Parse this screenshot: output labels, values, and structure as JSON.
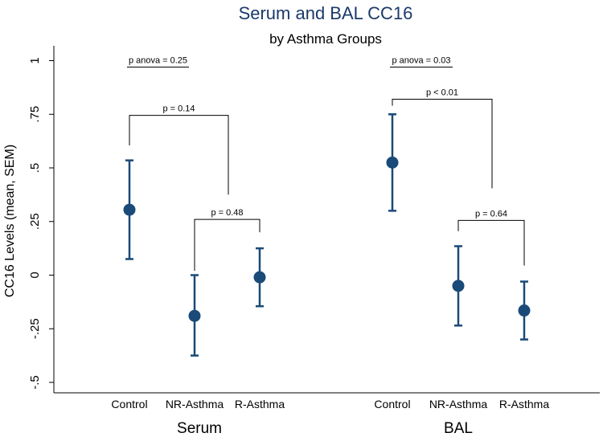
{
  "chart_data": {
    "type": "scatter",
    "title": "Serum and BAL CC16",
    "subtitle": "by Asthma Groups",
    "ylabel": "CC16 Levels (mean, SEM)",
    "ylim": [
      -0.55,
      1.05
    ],
    "yticks": [
      -0.5,
      -0.25,
      0,
      0.25,
      0.5,
      0.75,
      1
    ],
    "ytick_labels": [
      "-.5",
      "-.25",
      "0",
      ".25",
      ".5",
      ".75",
      "1"
    ],
    "grid": false,
    "marker_color": "#1a4a78",
    "groups": [
      {
        "name": "Serum",
        "categories": [
          "Control",
          "NR-Asthma",
          "R-Asthma"
        ],
        "mean": [
          0.305,
          -0.19,
          -0.01
        ],
        "lower": [
          0.075,
          -0.375,
          -0.145
        ],
        "upper": [
          0.535,
          0.0,
          0.125
        ]
      },
      {
        "name": "BAL",
        "categories": [
          "Control",
          "NR-Asthma",
          "R-Asthma"
        ],
        "mean": [
          0.525,
          -0.05,
          -0.165
        ],
        "lower": [
          0.3,
          -0.235,
          -0.3
        ],
        "upper": [
          0.75,
          0.135,
          -0.03
        ]
      }
    ],
    "annotations": [
      {
        "text": "p anova = 0.25",
        "group": 0,
        "from": 0,
        "to": 1,
        "y": 0.97,
        "drop": 0
      },
      {
        "text": "p = 0.14",
        "group": 0,
        "from": 0,
        "to": 1,
        "y": 0.745,
        "drop_left": 0.605,
        "drop_right": 0.375
      },
      {
        "text": "p = 0.48",
        "group": 0,
        "from": 1,
        "to": 2,
        "y": 0.26,
        "drop_left": 0.02,
        "drop_right": 0.2
      },
      {
        "text": "p anova = 0.03",
        "group": 1,
        "from": 0,
        "to": 1,
        "y": 0.97,
        "drop": 0
      },
      {
        "text": "p < 0.01",
        "group": 1,
        "from": 0,
        "to": 1,
        "y": 0.82,
        "drop_left": 0.79,
        "drop_right": 0.405
      },
      {
        "text": "p = 0.64",
        "group": 1,
        "from": 1,
        "to": 2,
        "y": 0.255,
        "drop_left": 0.205,
        "drop_right": 0.045
      }
    ]
  }
}
